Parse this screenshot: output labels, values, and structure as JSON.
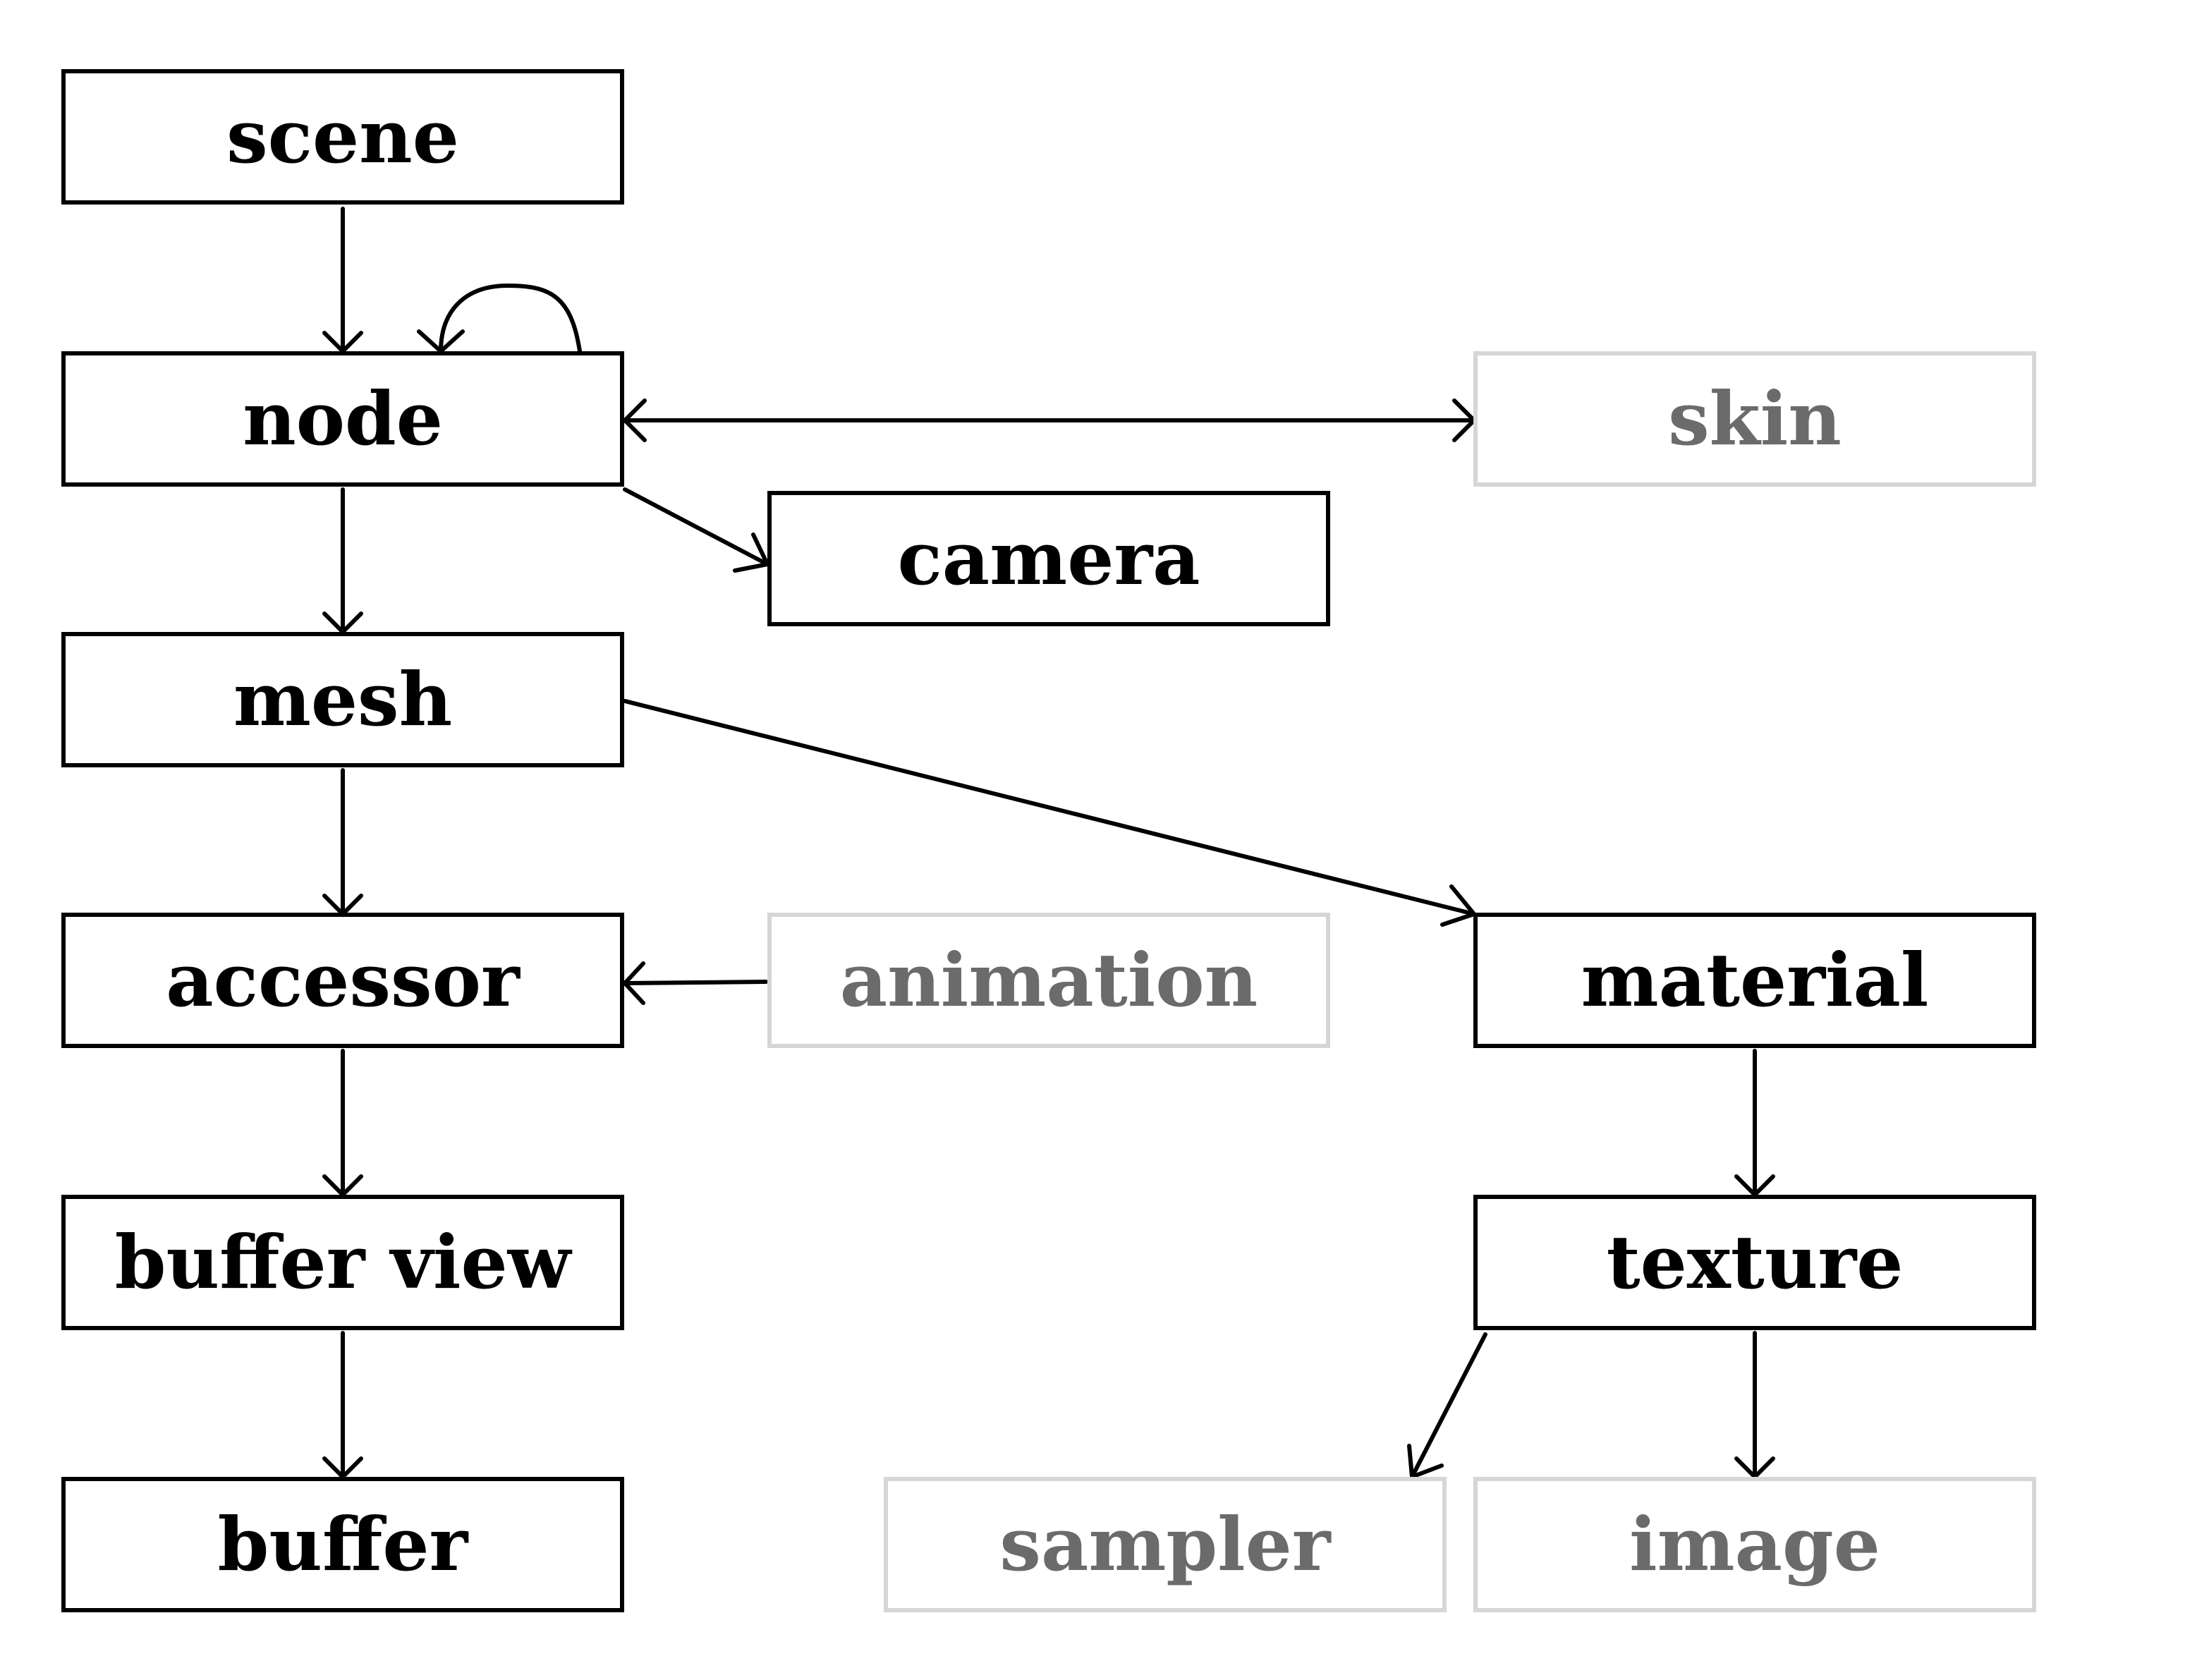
{
  "diagram": {
    "nodes": {
      "scene": "scene",
      "node": "node",
      "camera": "camera",
      "skin": "skin",
      "mesh": "mesh",
      "accessor": "accessor",
      "animation": "animation",
      "material": "material",
      "buffer_view": "buffer view",
      "texture": "texture",
      "buffer": "buffer",
      "sampler": "sampler",
      "image": "image"
    },
    "edges": [
      {
        "from": "scene",
        "to": "node"
      },
      {
        "from": "node",
        "to": "node"
      },
      {
        "from": "node",
        "to": "skin",
        "bidirectional": true
      },
      {
        "from": "node",
        "to": "camera"
      },
      {
        "from": "node",
        "to": "mesh"
      },
      {
        "from": "mesh",
        "to": "accessor"
      },
      {
        "from": "mesh",
        "to": "material"
      },
      {
        "from": "animation",
        "to": "accessor"
      },
      {
        "from": "accessor",
        "to": "buffer_view"
      },
      {
        "from": "buffer_view",
        "to": "buffer"
      },
      {
        "from": "material",
        "to": "texture"
      },
      {
        "from": "texture",
        "to": "sampler"
      },
      {
        "from": "texture",
        "to": "image"
      }
    ],
    "colors": {
      "primary_border": "#000000",
      "primary_text": "#000000",
      "secondary_border": "#d6d6d6",
      "secondary_text": "#6b6b6b",
      "background": "#ffffff"
    }
  }
}
